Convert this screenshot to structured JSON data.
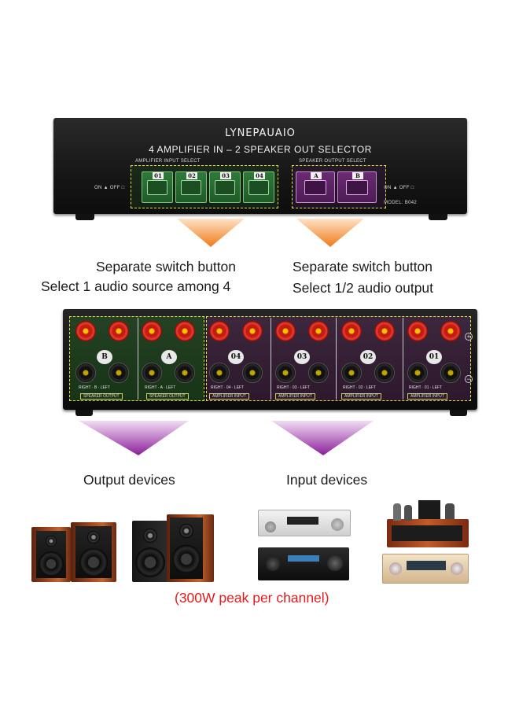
{
  "front_panel": {
    "brand": "LYNEPAUAIO",
    "subtitle": "4 AMPLIFIER IN – 2 SPEAKER OUT SELECTOR",
    "input_select_label": "AMPLIFIER INPUT SELECT",
    "output_select_label": "SPEAKER OUTPUT SELECT",
    "on_off_left": "ON ▲  OFF □",
    "on_off_right": "ON ▲  OFF □",
    "model": "MODEL: B042",
    "input_switches": [
      "01",
      "02",
      "03",
      "04"
    ],
    "output_switches": [
      "A",
      "B"
    ]
  },
  "captions": {
    "left_line1": "Separate switch button",
    "left_line2": "Select 1 audio source among 4",
    "right_line1": "Separate switch button",
    "right_line2": "Select 1/2 audio output",
    "output_devices": "Output devices",
    "input_devices": "Input devices"
  },
  "rear_panel": {
    "speaker_badges": [
      "B",
      "A"
    ],
    "amp_badges": [
      "04",
      "03",
      "02",
      "01"
    ],
    "speaker_row_labels": [
      "RIGHT · B · LEFT",
      "RIGHT · A · LEFT"
    ],
    "amp_row_labels": [
      "RIGHT · 04 · LEFT",
      "RIGHT · 03 · LEFT",
      "RIGHT · 02 · LEFT",
      "RIGHT · 01 · LEFT"
    ],
    "speaker_bottom": [
      "SPEAKER OUTPUT",
      "SPEAKER OUTPUT"
    ],
    "amp_bottom": [
      "AMPLIFIER INPUT",
      "AMPLIFIER INPUT",
      "AMPLIFIER INPUT",
      "AMPLIFIER INPUT"
    ],
    "plus_sign": "+",
    "minus_sign": "−"
  },
  "note": "(300W peak per channel)",
  "colors": {
    "arrow_orange": "#f07a1a",
    "arrow_purple": "#8b1f9a",
    "highlight_yellow": "#e5e04a",
    "note_red": "#e21b1b"
  },
  "icons": [
    "orange-down-arrow-icon",
    "purple-down-arrow-icon"
  ]
}
